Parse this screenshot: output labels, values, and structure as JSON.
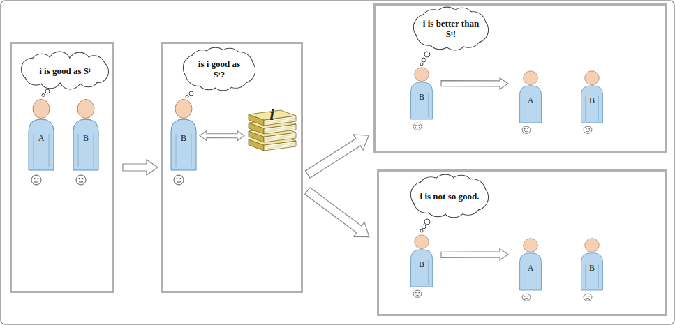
{
  "diagram": {
    "nodes": [
      {
        "text": []
      },
      {
        "text": [
          "i is good as Sᵗ"
        ],
        "in": 0
      },
      {
        "text": [
          "A"
        ],
        "in": 0
      },
      {
        "text": [
          "B"
        ],
        "in": 0
      },
      {
        "text": []
      },
      {
        "text": [
          "is i good as Sᵗ?"
        ],
        "in": 4
      },
      {
        "text": [
          "B"
        ],
        "in": 4
      },
      {
        "text": [
          "i"
        ],
        "in": 4
      },
      {
        "text": []
      },
      {
        "text": [
          "i is better than Sᵗ!"
        ],
        "in": 8
      },
      {
        "text": [
          "B"
        ],
        "in": 8
      },
      {
        "text": [
          "A"
        ],
        "in": 8
      },
      {
        "text": [
          "B"
        ],
        "in": 8
      },
      {
        "text": []
      },
      {
        "text": [
          "i is not so good."
        ],
        "in": 13
      },
      {
        "text": [
          "B"
        ],
        "in": 13
      },
      {
        "text": [
          "A"
        ],
        "in": 13
      },
      {
        "text": [
          "B"
        ],
        "in": 13
      }
    ],
    "edges": [
      {
        "from": 0,
        "to": 4,
        "arrow": "to"
      },
      {
        "from": 6,
        "to": 7,
        "arrow": "both"
      },
      {
        "from": 4,
        "to": 8,
        "arrow": "to"
      },
      {
        "from": 4,
        "to": 13,
        "arrow": "to"
      },
      {
        "from": 10,
        "to": 11,
        "arrow": "to"
      },
      {
        "from": 15,
        "to": 16,
        "arrow": "to"
      }
    ]
  }
}
